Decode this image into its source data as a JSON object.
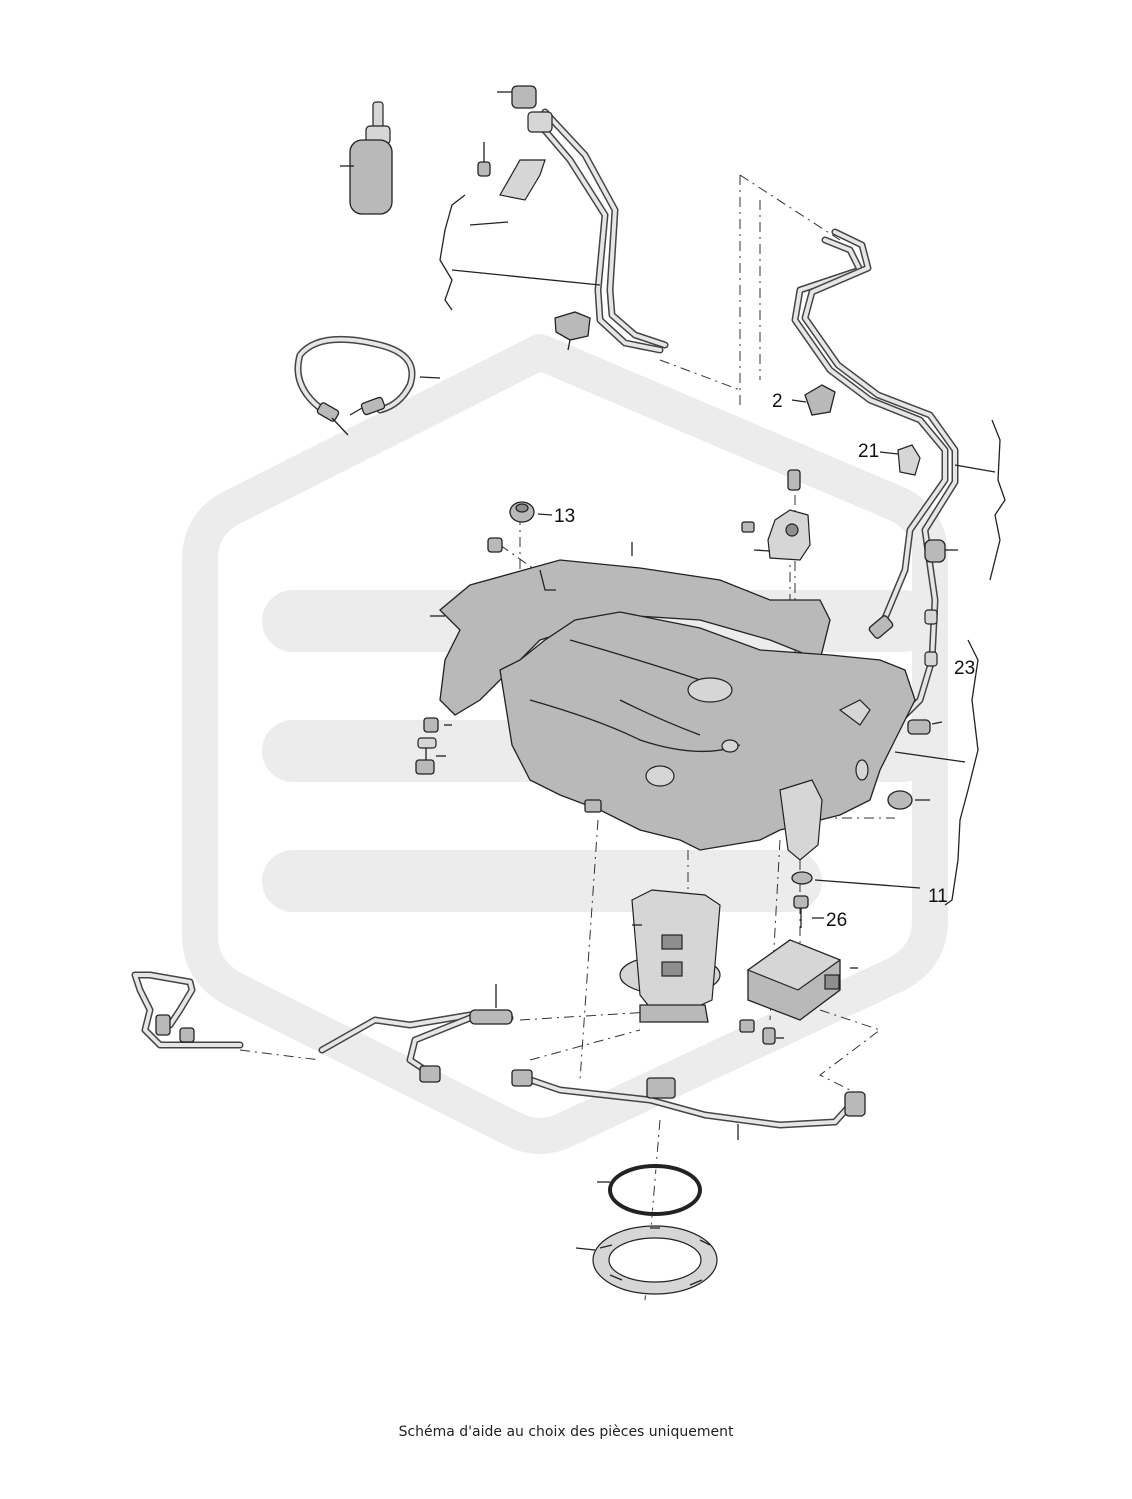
{
  "caption": "Schéma d'aide au choix des pièces uniquement",
  "part_numbers": {
    "n2": "2",
    "n11": "11",
    "n13": "13",
    "n21": "21",
    "n23": "23",
    "n26": "26"
  }
}
